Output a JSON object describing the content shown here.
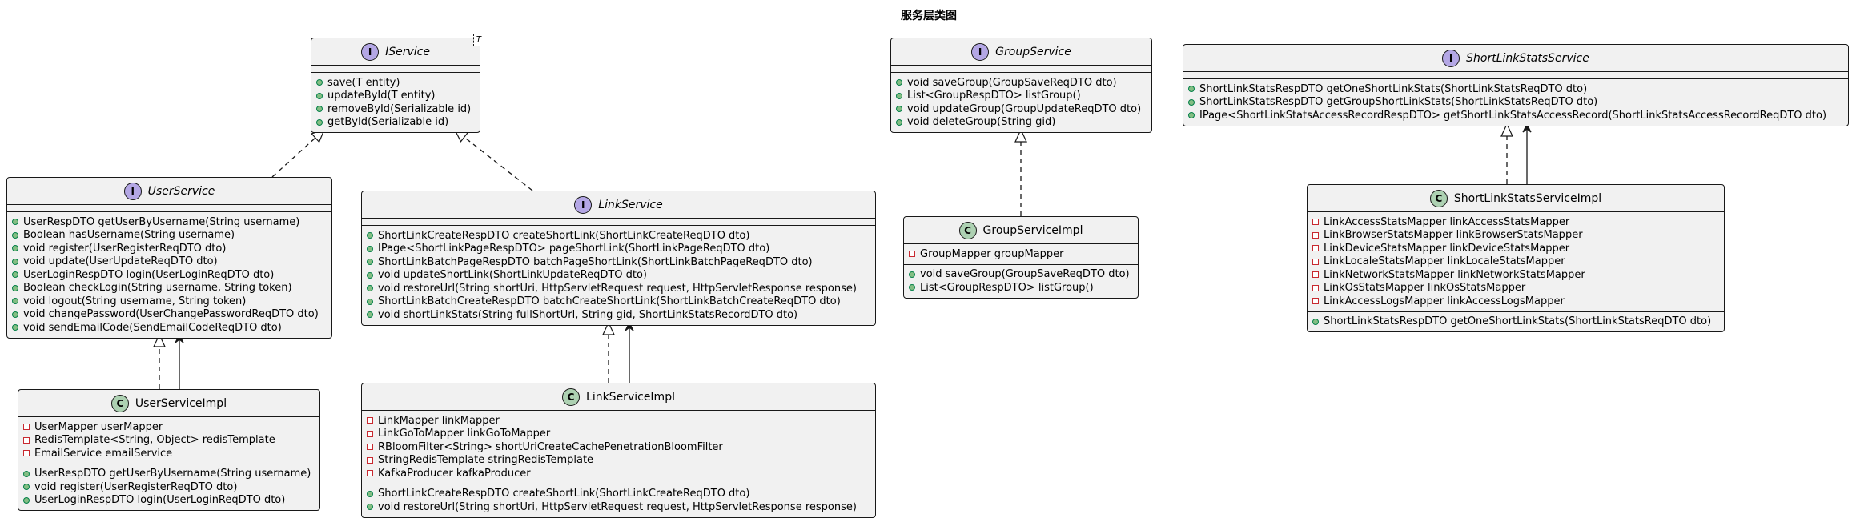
{
  "diagram": {
    "title": "服务层类图",
    "classes": [
      {
        "id": "IService",
        "kind": "interface",
        "name": "IService",
        "type_param": "T",
        "fields": [],
        "methods": [
          {
            "vis": "public",
            "text": "save(T entity)"
          },
          {
            "vis": "public",
            "text": "updateById(T entity)"
          },
          {
            "vis": "public",
            "text": "removeById(Serializable id)"
          },
          {
            "vis": "public",
            "text": "getById(Serializable id)"
          }
        ]
      },
      {
        "id": "UserService",
        "kind": "interface",
        "name": "UserService",
        "fields": [],
        "methods": [
          {
            "vis": "public",
            "text": "UserRespDTO getUserByUsername(String username)"
          },
          {
            "vis": "public",
            "text": "Boolean hasUsername(String username)"
          },
          {
            "vis": "public",
            "text": "void register(UserRegisterReqDTO dto)"
          },
          {
            "vis": "public",
            "text": "void update(UserUpdateReqDTO dto)"
          },
          {
            "vis": "public",
            "text": "UserLoginRespDTO login(UserLoginReqDTO dto)"
          },
          {
            "vis": "public",
            "text": "Boolean checkLogin(String username, String token)"
          },
          {
            "vis": "public",
            "text": "void logout(String username, String token)"
          },
          {
            "vis": "public",
            "text": "void changePassword(UserChangePasswordReqDTO dto)"
          },
          {
            "vis": "public",
            "text": "void sendEmailCode(SendEmailCodeReqDTO dto)"
          }
        ]
      },
      {
        "id": "LinkService",
        "kind": "interface",
        "name": "LinkService",
        "fields": [],
        "methods": [
          {
            "vis": "public",
            "text": "ShortLinkCreateRespDTO createShortLink(ShortLinkCreateReqDTO dto)"
          },
          {
            "vis": "public",
            "text": "IPage<ShortLinkPageRespDTO> pageShortLink(ShortLinkPageReqDTO dto)"
          },
          {
            "vis": "public",
            "text": "ShortLinkBatchPageRespDTO batchPageShortLink(ShortLinkBatchPageReqDTO dto)"
          },
          {
            "vis": "public",
            "text": "void updateShortLink(ShortLinkUpdateReqDTO dto)"
          },
          {
            "vis": "public",
            "text": "void restoreUrl(String shortUri, HttpServletRequest request, HttpServletResponse response)"
          },
          {
            "vis": "public",
            "text": "ShortLinkBatchCreateRespDTO batchCreateShortLink(ShortLinkBatchCreateReqDTO dto)"
          },
          {
            "vis": "public",
            "text": "void shortLinkStats(String fullShortUrl, String gid, ShortLinkStatsRecordDTO dto)"
          }
        ]
      },
      {
        "id": "UserServiceImpl",
        "kind": "class",
        "name": "UserServiceImpl",
        "fields": [
          {
            "vis": "private",
            "text": "UserMapper userMapper"
          },
          {
            "vis": "private",
            "text": "RedisTemplate<String, Object> redisTemplate"
          },
          {
            "vis": "private",
            "text": "EmailService emailService"
          }
        ],
        "methods": [
          {
            "vis": "public",
            "text": "UserRespDTO getUserByUsername(String username)"
          },
          {
            "vis": "public",
            "text": "void register(UserRegisterReqDTO dto)"
          },
          {
            "vis": "public",
            "text": "UserLoginRespDTO login(UserLoginReqDTO dto)"
          }
        ]
      },
      {
        "id": "LinkServiceImpl",
        "kind": "class",
        "name": "LinkServiceImpl",
        "fields": [
          {
            "vis": "private",
            "text": "LinkMapper linkMapper"
          },
          {
            "vis": "private",
            "text": "LinkGoToMapper linkGoToMapper"
          },
          {
            "vis": "private",
            "text": "RBloomFilter<String> shortUriCreateCachePenetrationBloomFilter"
          },
          {
            "vis": "private",
            "text": "StringRedisTemplate stringRedisTemplate"
          },
          {
            "vis": "private",
            "text": "KafkaProducer kafkaProducer"
          }
        ],
        "methods": [
          {
            "vis": "public",
            "text": "ShortLinkCreateRespDTO createShortLink(ShortLinkCreateReqDTO dto)"
          },
          {
            "vis": "public",
            "text": "void restoreUrl(String shortUri, HttpServletRequest request, HttpServletResponse response)"
          }
        ]
      },
      {
        "id": "GroupService",
        "kind": "interface",
        "name": "GroupService",
        "fields": [],
        "methods": [
          {
            "vis": "public",
            "text": "void saveGroup(GroupSaveReqDTO dto)"
          },
          {
            "vis": "public",
            "text": "List<GroupRespDTO> listGroup()"
          },
          {
            "vis": "public",
            "text": "void updateGroup(GroupUpdateReqDTO dto)"
          },
          {
            "vis": "public",
            "text": "void deleteGroup(String gid)"
          }
        ]
      },
      {
        "id": "GroupServiceImpl",
        "kind": "class",
        "name": "GroupServiceImpl",
        "fields": [
          {
            "vis": "private",
            "text": "GroupMapper groupMapper"
          }
        ],
        "methods": [
          {
            "vis": "public",
            "text": "void saveGroup(GroupSaveReqDTO dto)"
          },
          {
            "vis": "public",
            "text": "List<GroupRespDTO> listGroup()"
          }
        ]
      },
      {
        "id": "ShortLinkStatsService",
        "kind": "interface",
        "name": "ShortLinkStatsService",
        "fields": [],
        "methods": [
          {
            "vis": "public",
            "text": "ShortLinkStatsRespDTO getOneShortLinkStats(ShortLinkStatsReqDTO dto)"
          },
          {
            "vis": "public",
            "text": "ShortLinkStatsRespDTO getGroupShortLinkStats(ShortLinkStatsReqDTO dto)"
          },
          {
            "vis": "public",
            "text": "IPage<ShortLinkStatsAccessRecordRespDTO> getShortLinkStatsAccessRecord(ShortLinkStatsAccessRecordReqDTO dto)"
          }
        ]
      },
      {
        "id": "ShortLinkStatsServiceImpl",
        "kind": "class",
        "name": "ShortLinkStatsServiceImpl",
        "fields": [
          {
            "vis": "private",
            "text": "LinkAccessStatsMapper linkAccessStatsMapper"
          },
          {
            "vis": "private",
            "text": "LinkBrowserStatsMapper linkBrowserStatsMapper"
          },
          {
            "vis": "private",
            "text": "LinkDeviceStatsMapper linkDeviceStatsMapper"
          },
          {
            "vis": "private",
            "text": "LinkLocaleStatsMapper linkLocaleStatsMapper"
          },
          {
            "vis": "private",
            "text": "LinkNetworkStatsMapper linkNetworkStatsMapper"
          },
          {
            "vis": "private",
            "text": "LinkOsStatsMapper linkOsStatsMapper"
          },
          {
            "vis": "private",
            "text": "LinkAccessLogsMapper linkAccessLogsMapper"
          }
        ],
        "methods": [
          {
            "vis": "public",
            "text": "ShortLinkStatsRespDTO getOneShortLinkStats(ShortLinkStatsReqDTO dto)"
          }
        ]
      }
    ],
    "relations": [
      {
        "from": "UserService",
        "to": "IService",
        "type": "realization"
      },
      {
        "from": "LinkService",
        "to": "IService",
        "type": "realization"
      },
      {
        "from": "UserServiceImpl",
        "to": "UserService",
        "type": "realization"
      },
      {
        "from": "UserServiceImpl",
        "to": "UserService",
        "type": "association"
      },
      {
        "from": "LinkServiceImpl",
        "to": "LinkService",
        "type": "realization"
      },
      {
        "from": "LinkServiceImpl",
        "to": "LinkService",
        "type": "association"
      },
      {
        "from": "GroupServiceImpl",
        "to": "GroupService",
        "type": "realization"
      },
      {
        "from": "ShortLinkStatsServiceImpl",
        "to": "ShortLinkStatsService",
        "type": "realization"
      },
      {
        "from": "ShortLinkStatsServiceImpl",
        "to": "ShortLinkStatsService",
        "type": "association"
      }
    ]
  }
}
